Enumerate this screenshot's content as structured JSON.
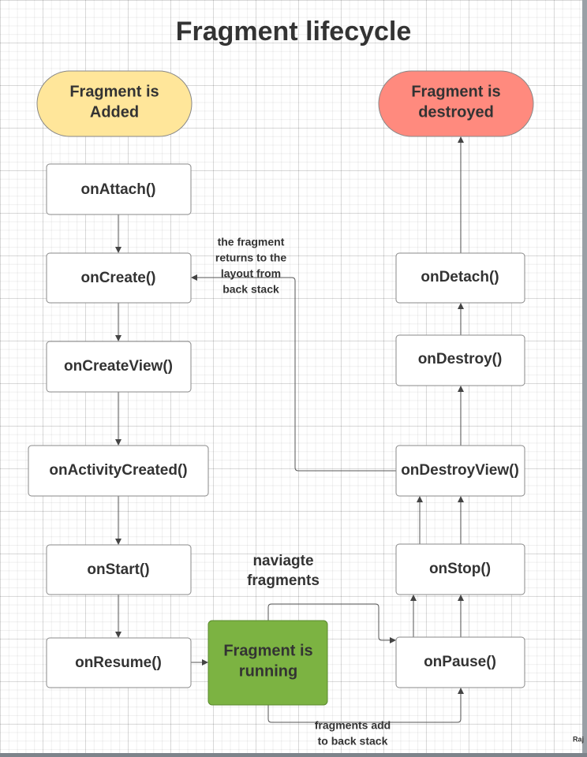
{
  "title": "Fragment lifecycle",
  "nodes": {
    "added": {
      "line1": "Fragment is",
      "line2": "Added",
      "color": "#ffe69a"
    },
    "destroyed": {
      "line1": "Fragment is",
      "line2": "destroyed",
      "color": "#ff8a7e"
    },
    "running": {
      "line1": "Fragment is",
      "line2": "running",
      "color": "#7cb342"
    },
    "onAttach": "onAttach()",
    "onCreate": "onCreate()",
    "onCreateView": "onCreateView()",
    "onActivityCreated": "onActivityCreated()",
    "onStart": "onStart()",
    "onResume": "onResume()",
    "onPause": "onPause()",
    "onStop": "onStop()",
    "onDestroyView": "onDestroyView()",
    "onDestroy": "onDestroy()",
    "onDetach": "onDetach()"
  },
  "edge_labels": {
    "back_stack_return": [
      "the fragment",
      "returns to the",
      "layout from",
      "back stack"
    ],
    "navigate": [
      "naviagte",
      "fragments"
    ],
    "add_back_stack": [
      "fragments add",
      "to back stack"
    ]
  },
  "author": "Raj"
}
